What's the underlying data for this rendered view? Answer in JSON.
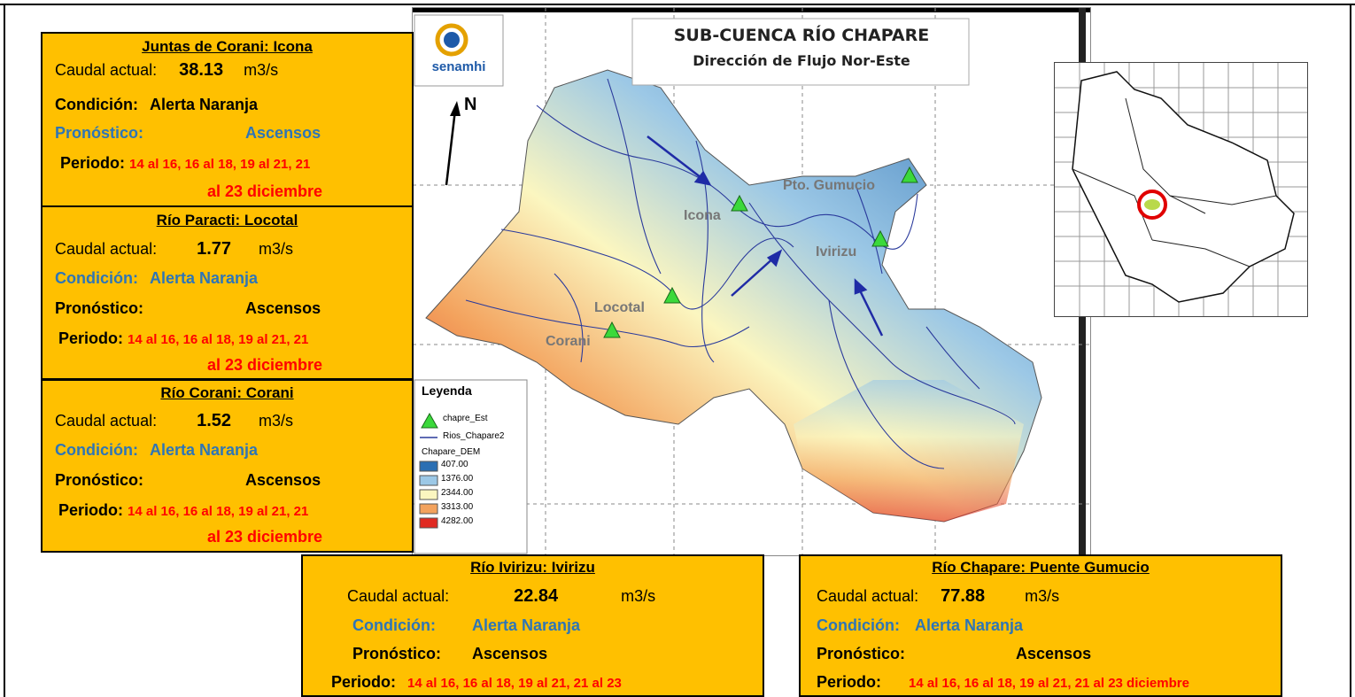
{
  "map": {
    "title": "SUB-CUENCA RÍO CHAPARE",
    "subtitle": "Dirección de Flujo Nor-Este",
    "logo_text": "senamhi",
    "north_label": "N",
    "stations": [
      "Icona",
      "Pto. Gumucio",
      "Ivirizu",
      "Locotal",
      "Corani"
    ],
    "legend": {
      "title": "Leyenda",
      "stations_layer": "chapre_Est",
      "rivers_layer": "Rios_Chapare2",
      "dem_layer": "Chapare_DEM",
      "classes": [
        {
          "label": "407.00",
          "color": "#2B6FB3"
        },
        {
          "label": "1376.00",
          "color": "#9CC8E6"
        },
        {
          "label": "2344.00",
          "color": "#FBF6C0"
        },
        {
          "label": "3313.00",
          "color": "#F3A25D"
        },
        {
          "label": "4282.00",
          "color": "#E02A22"
        }
      ]
    }
  },
  "labels": {
    "caudal": "Caudal actual:",
    "unit": "m3/s",
    "condicion": "Condición:",
    "pronostico": "Pronóstico:",
    "periodo": "Periodo:"
  },
  "cards": {
    "icona": {
      "title": "Juntas de Corani: Icona",
      "caudal": "38.13",
      "condicion": "Alerta Naranja",
      "pronostico": "Ascensos",
      "periodo_1": "14 al 16, 16 al 18, 19 al 21, 21",
      "periodo_2": "al 23 diciembre"
    },
    "locotal": {
      "title": "Río Paracti: Locotal",
      "caudal": "1.77",
      "condicion": "Alerta Naranja",
      "pronostico": "Ascensos",
      "periodo_1": "14 al 16, 16 al 18, 19 al 21, 21",
      "periodo_2": "al 23 diciembre"
    },
    "corani": {
      "title": "Río Corani: Corani",
      "caudal": "1.52",
      "condicion": "Alerta Naranja",
      "pronostico": "Ascensos",
      "periodo_1": "14 al 16, 16 al 18, 19 al 21, 21",
      "periodo_2": "al 23 diciembre"
    },
    "ivirizu": {
      "title": "Río Ivirizu: Ivirizu",
      "caudal": "22.84",
      "condicion": "Alerta Naranja",
      "pronostico": "Ascensos",
      "periodo": "14 al 16, 16 al 18, 19 al 21, 21 al 23"
    },
    "gumucio": {
      "title": "Río Chapare: Puente Gumucio",
      "caudal": "77.88",
      "condicion": "Alerta Naranja",
      "pronostico": "Ascensos",
      "periodo": "14 al 16, 16 al 18, 19 al 21, 21 al 23 diciembre"
    }
  }
}
